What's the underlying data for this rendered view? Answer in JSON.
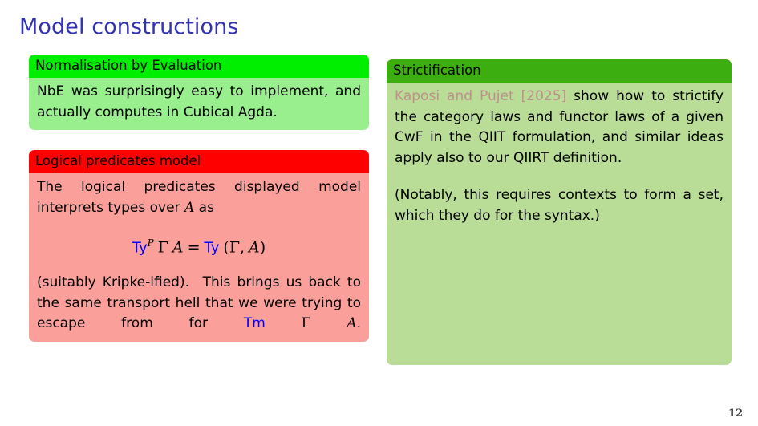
{
  "slide": {
    "frame_title": "Model constructions",
    "page_number": "12",
    "colors": {
      "title_blue": "#3333B2",
      "block_green_header": "#00ee00",
      "block_green_body": "#99ef8e",
      "block_red_header": "#ff0000",
      "block_red_body": "#fa9f99",
      "block_forest_header": "#3cae0f",
      "block_forest_body": "#b9dc96",
      "math_accent": "#0000ff",
      "citation": "#bf8e8e"
    }
  },
  "left_column": {
    "blocks": [
      {
        "title": "Normalisation by Evaluation",
        "paragraphs": [
          "NbE was surprisingly easy to implement, and actually computes in Cubical Agda."
        ]
      },
      {
        "title": "Logical predicates model",
        "paragraphs": [
          "The logical predicates displayed model interprets types over A as",
          "(suitably Kripke-ified). This brings us back to the same transport hell that we were trying to escape from for Tm Γ A."
        ],
        "para1_pre": "The logical predicates displayed model interprets types over ",
        "para1_var": "A",
        "para1_post": " as",
        "formula": {
          "lhs_op": "Ty",
          "lhs_sup": "P",
          "lhs_arg1": "Γ",
          "lhs_arg2": "A",
          "equals": "=",
          "rhs_op": "Ty",
          "rhs_open": "(",
          "rhs_arg1": "Γ",
          "rhs_comma": ",",
          "rhs_arg2": "A",
          "rhs_close": ")"
        },
        "para2_pre": "(suitably Kripke-ified).  This brings us back to the same transport hell that we were trying to escape from for ",
        "para2_op": "Tm",
        "para2_mid": " Γ ",
        "para2_var": "A",
        "para2_post": "."
      }
    ]
  },
  "right_column": {
    "blocks": [
      {
        "title": "Strictification",
        "para1_cite": "Kaposi and Pujet [2025]",
        "para1_rest": " show how to strictify the category laws and functor laws of a given CwF in the QIIT formulation, and similar ideas apply also to our QIIRT definition.",
        "para2": "(Notably, this requires contexts to form a set, which they do for the syntax.)"
      }
    ]
  }
}
